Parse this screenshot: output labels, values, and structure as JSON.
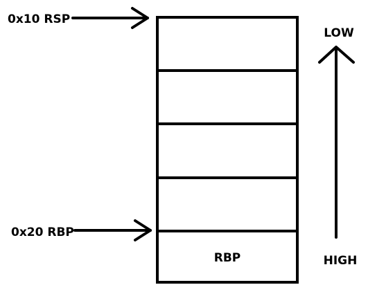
{
  "diagram": {
    "pointers": {
      "rsp": "0x10 RSP",
      "rbp": "0x20 RBP"
    },
    "stack": {
      "slots": [
        {
          "label": ""
        },
        {
          "label": ""
        },
        {
          "label": ""
        },
        {
          "label": ""
        },
        {
          "label": "RBP"
        }
      ]
    },
    "direction": {
      "top_label": "LOW",
      "bottom_label": "HIGH"
    }
  }
}
